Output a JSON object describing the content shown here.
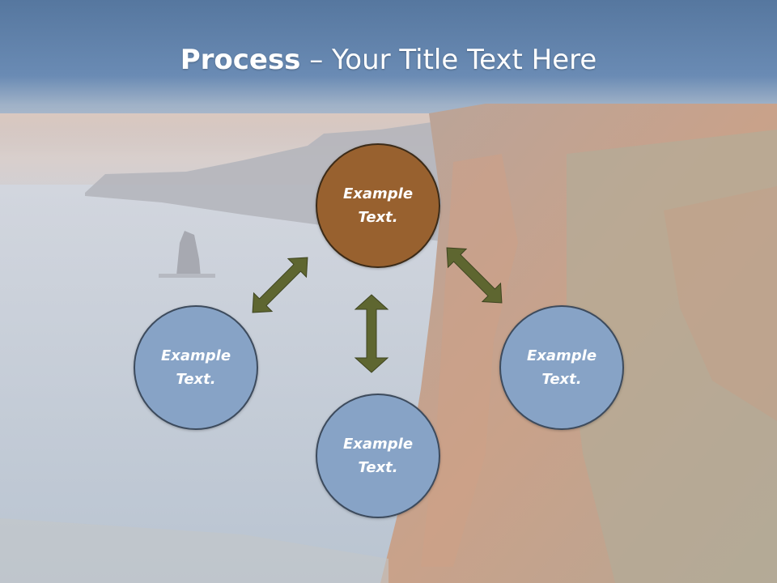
{
  "title": {
    "bold": "Process",
    "rest": " – Your Title Text Here"
  },
  "nodes": {
    "top": "Example Text.",
    "left": "Example Text.",
    "bottom": "Example Text.",
    "right": "Example Text."
  },
  "colors": {
    "title_band": "#6b8bb3",
    "center_node": "#98612f",
    "outer_node": "#87a3c6",
    "outer_node_border": "#3d4b5d",
    "arrow": "#5e6630"
  }
}
